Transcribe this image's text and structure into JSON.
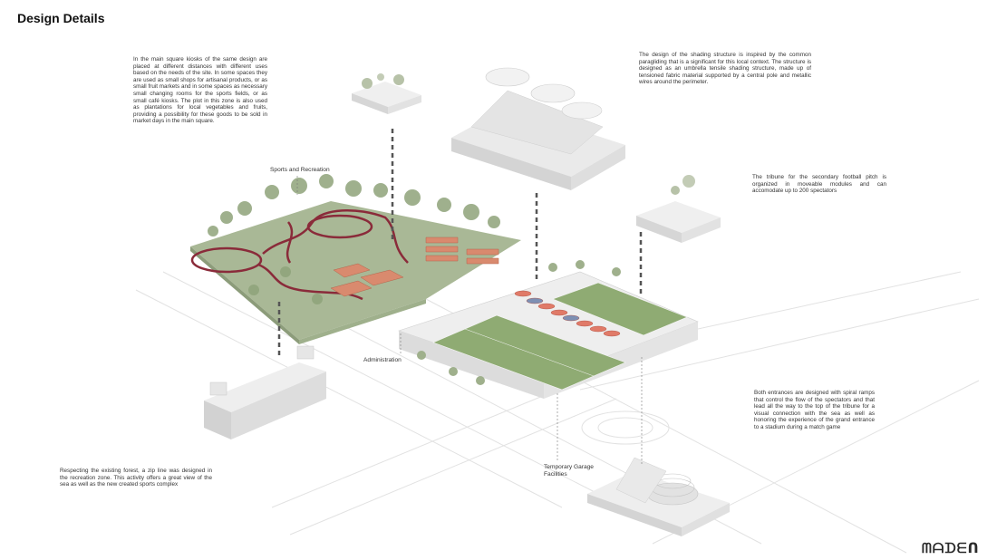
{
  "page": {
    "title": "Design Details"
  },
  "descriptions": {
    "kiosks": "In the main square kiosks of the same design are placed at different distances with different uses based on the needs of the site. In some spaces they are used as small shops for artisanal products, or as small fruit markets and in some spaces as necessary small changing rooms for the sports fields, or as small café kiosks. The plot in this zone is also used as plantations for local vegetables and fruits, providing a possibility for these goods to be sold in market days in the main square.",
    "shading": "The design of the shading structure is inspired by the common paragliding that is a significant for this local context. The structure is designed as an umbrella tensile shading structure, made up of tensioned fabric material supported by a central pole and metallic wires around the perimeter.",
    "tribune": "The tribune for the secondary football pitch is organized in moveable modules and can accomodate up to 200 spectators",
    "entrances": "Both entrances are designed with spiral ramps that control the flow of the spectators and that lead all the way to the top of the tribune for a visual connection with the sea as well as honoring the experience of the grand entrance to a stadium during a match game",
    "zipline": "Respecting the existing forest, a zip line was designed in the recreation zone. This activity offers a great view of the sea as well as the new created sports complex"
  },
  "labels": {
    "sports": "Sports and Recreation",
    "admin": "Administration",
    "garage": "Temporary Garage Facilities"
  },
  "brand": {
    "logo": "ᗰᗩᗪᗴᑎ"
  },
  "colors": {
    "grass": "#8fab73",
    "grass_dark": "#6f8f55",
    "forest": "#a9b896",
    "track": "#8a2b3a",
    "court": "#d98a6e",
    "shade": "#e07a68",
    "shade_blue": "#7d8fb3",
    "building": "#e6e6e6",
    "leader": "#555555"
  }
}
